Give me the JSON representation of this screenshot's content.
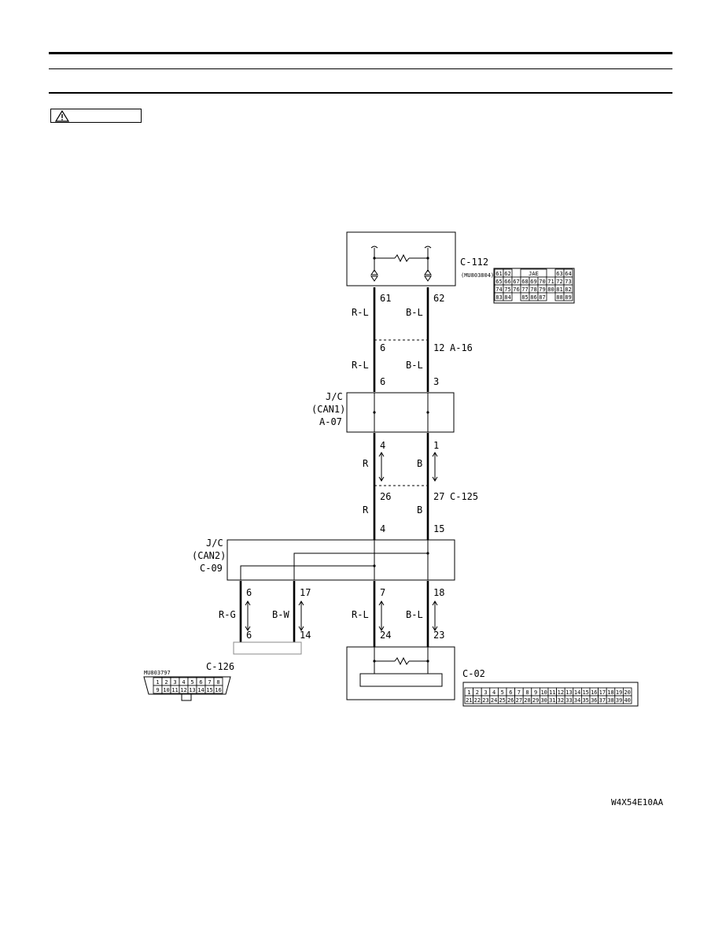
{
  "header": {
    "title": "",
    "subtitle": ""
  },
  "caution": {
    "label": "",
    "icon": "warning-triangle-icon"
  },
  "components": {
    "c112": {
      "id": "C-112",
      "part_no": "(MU803804)",
      "pins_out": [
        "61",
        "62"
      ]
    },
    "a16": {
      "id": "A-16",
      "pins_top": [
        "6",
        "12"
      ],
      "pins_bot": [
        "6",
        "3"
      ]
    },
    "jc_can1": {
      "line1": "J/C",
      "line2": "(CAN1)",
      "line3": "A-07",
      "pins_out": [
        "4",
        "1"
      ]
    },
    "c125": {
      "id": "C-125",
      "pins_top": [
        "26",
        "27"
      ],
      "pins_bot": [
        "4",
        "15"
      ]
    },
    "jc_can2": {
      "line1": "J/C",
      "line2": "(CAN2)",
      "line3": "C-09",
      "pins_out": [
        "6",
        "17",
        "7",
        "18"
      ]
    },
    "c126": {
      "id": "C-126",
      "part_no": "MU803797",
      "pins_in": [
        "6",
        "14"
      ]
    },
    "c02": {
      "id": "C-02",
      "pins_in": [
        "24",
        "23"
      ]
    }
  },
  "wires": {
    "w1": [
      "R-L",
      "B-L"
    ],
    "w2": [
      "R-L",
      "B-L"
    ],
    "w3": [
      "R",
      "B"
    ],
    "w4": [
      "R",
      "B"
    ],
    "w5": [
      "R-G",
      "B-W",
      "R-L",
      "B-L"
    ]
  },
  "c112_connector": {
    "rows": [
      [
        "61",
        "62",
        "",
        "JAE",
        "",
        "63",
        "64"
      ],
      [
        "65",
        "66",
        "67",
        "68",
        "69",
        "70",
        "71",
        "72",
        "73"
      ],
      [
        "74",
        "75",
        "76",
        "77",
        "78",
        "79",
        "80",
        "81",
        "82"
      ],
      [
        "83",
        "84",
        "",
        "85",
        "86",
        "87",
        "",
        "88",
        "89"
      ]
    ]
  },
  "c126_connector": {
    "row1": [
      "1",
      "2",
      "3",
      "4",
      "5",
      "6",
      "7",
      "8"
    ],
    "row2": [
      "9",
      "10",
      "11",
      "12",
      "13",
      "14",
      "15",
      "16"
    ]
  },
  "c02_connector": {
    "row1": [
      "1",
      "2",
      "3",
      "4",
      "5",
      "6",
      "7",
      "8",
      "9",
      "10",
      "11",
      "12",
      "13",
      "14",
      "15",
      "16",
      "17",
      "18",
      "19",
      "20"
    ],
    "row2": [
      "21",
      "22",
      "23",
      "24",
      "25",
      "26",
      "27",
      "28",
      "29",
      "30",
      "31",
      "32",
      "33",
      "34",
      "35",
      "36",
      "37",
      "38",
      "39",
      "40"
    ]
  },
  "figure_code": "W4X54E10AA"
}
